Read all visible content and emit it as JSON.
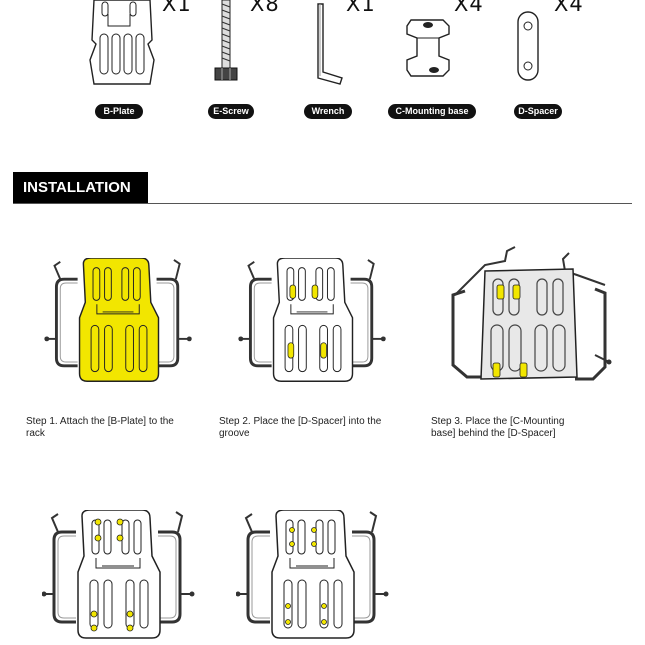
{
  "parts": [
    {
      "name": "B-Plate",
      "qty": "X1",
      "icon": "b-plate-icon"
    },
    {
      "name": "E-Screw",
      "qty": "X8",
      "icon": "screw-icon"
    },
    {
      "name": "Wrench",
      "qty": "X1",
      "icon": "wrench-icon"
    },
    {
      "name": "C-Mounting base",
      "qty": "X4",
      "icon": "mounting-base-icon"
    },
    {
      "name": "D-Spacer",
      "qty": "X4",
      "icon": "spacer-icon"
    }
  ],
  "section_title": "INSTALLATION",
  "steps": [
    {
      "line1": "Step 1. Attach the [B-Plate] to the",
      "line2": "rack"
    },
    {
      "line1": "Step 2. Place the [D-Spacer] into the",
      "line2": "groove"
    },
    {
      "line1": "Step 3. Place the [C-Mounting",
      "line2": "base] behind the [D-Spacer]"
    }
  ],
  "colors": {
    "highlight": "#f2e600",
    "ink": "#111111"
  }
}
